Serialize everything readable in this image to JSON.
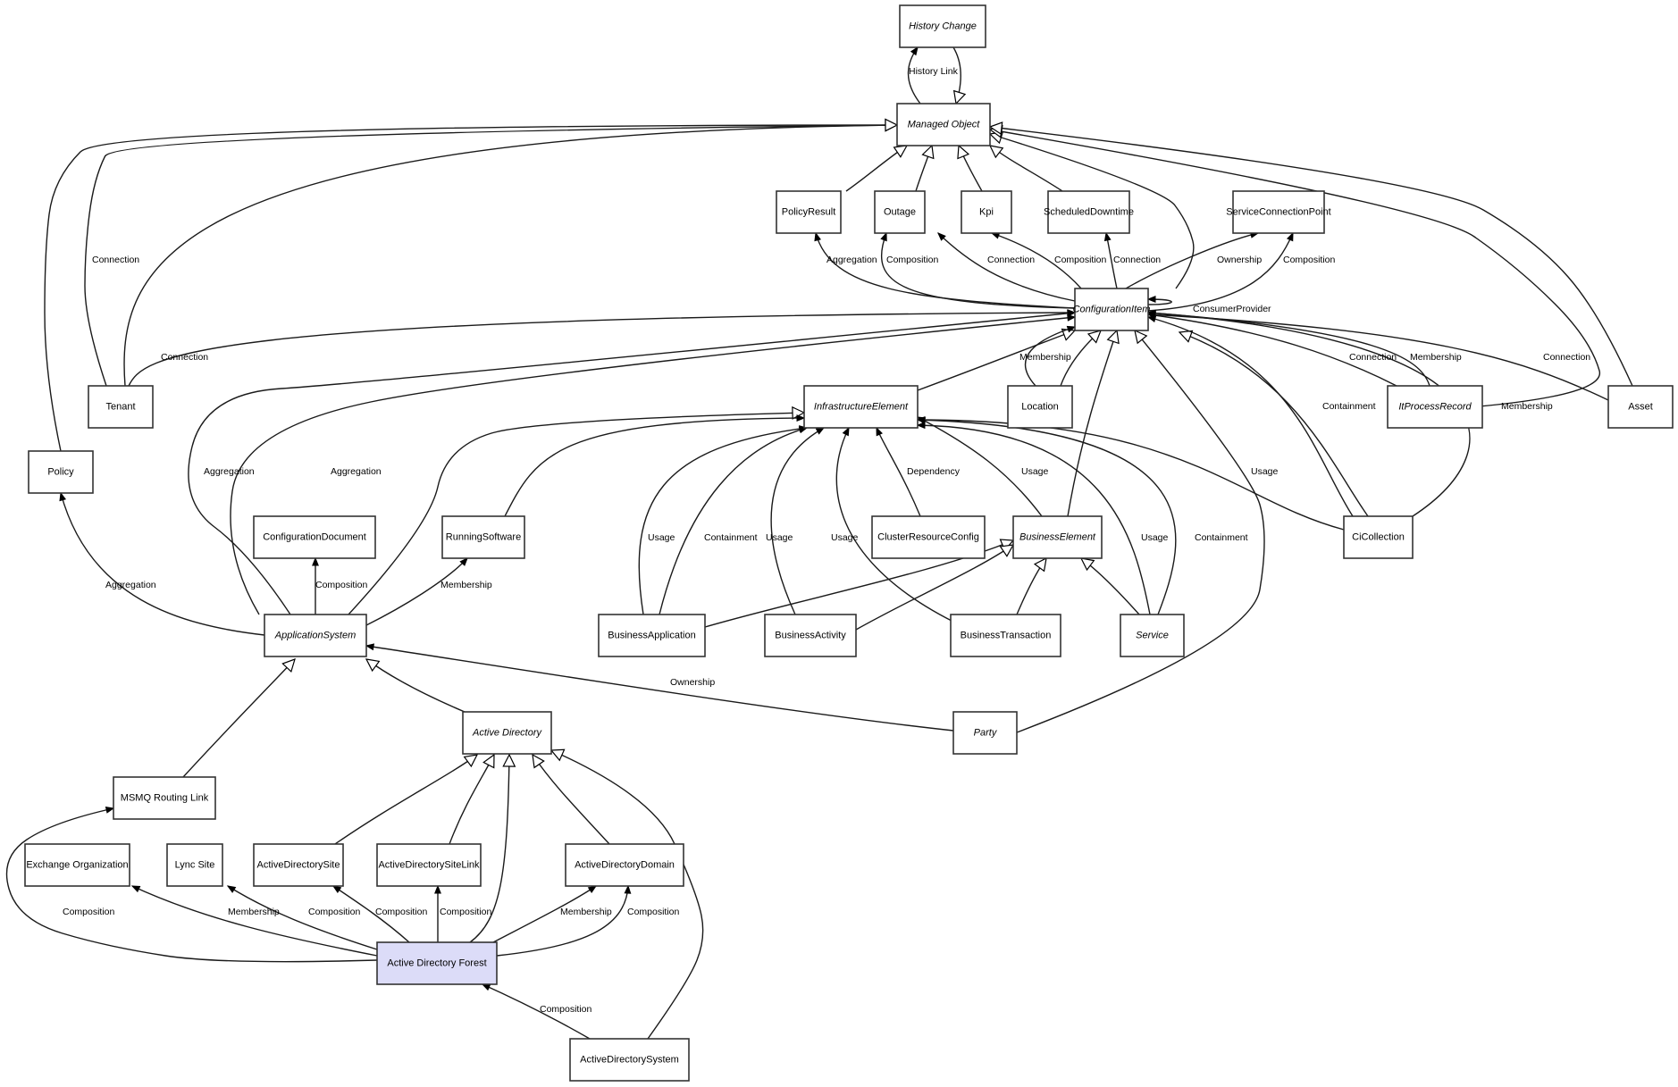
{
  "diagram": {
    "title": "Active Directory Forest class relationships",
    "highlight_color": "#dcdcf8",
    "nodes": [
      {
        "id": "history_change",
        "label": "History Change",
        "abstract": true
      },
      {
        "id": "managed_object",
        "label": "Managed Object",
        "abstract": true
      },
      {
        "id": "policy_result",
        "label": "PolicyResult",
        "abstract": false
      },
      {
        "id": "outage",
        "label": "Outage",
        "abstract": false
      },
      {
        "id": "kpi",
        "label": "Kpi",
        "abstract": false
      },
      {
        "id": "scheduled_downtime",
        "label": "ScheduledDowntime",
        "abstract": false
      },
      {
        "id": "service_connection_point",
        "label": "ServiceConnectionPoint",
        "abstract": false
      },
      {
        "id": "configuration_item",
        "label": "ConfigurationItem",
        "abstract": true
      },
      {
        "id": "tenant",
        "label": "Tenant",
        "abstract": false
      },
      {
        "id": "infrastructure_element",
        "label": "InfrastructureElement",
        "abstract": true
      },
      {
        "id": "location",
        "label": "Location",
        "abstract": false
      },
      {
        "id": "it_process_record",
        "label": "ItProcessRecord",
        "abstract": true
      },
      {
        "id": "asset",
        "label": "Asset",
        "abstract": false
      },
      {
        "id": "policy",
        "label": "Policy",
        "abstract": false
      },
      {
        "id": "configuration_document",
        "label": "ConfigurationDocument",
        "abstract": false
      },
      {
        "id": "running_software",
        "label": "RunningSoftware",
        "abstract": false
      },
      {
        "id": "cluster_resource_config",
        "label": "ClusterResourceConfig",
        "abstract": false
      },
      {
        "id": "business_element",
        "label": "BusinessElement",
        "abstract": true
      },
      {
        "id": "ci_collection",
        "label": "CiCollection",
        "abstract": false
      },
      {
        "id": "application_system",
        "label": "ApplicationSystem",
        "abstract": true
      },
      {
        "id": "business_application",
        "label": "BusinessApplication",
        "abstract": false
      },
      {
        "id": "business_activity",
        "label": "BusinessActivity",
        "abstract": false
      },
      {
        "id": "business_transaction",
        "label": "BusinessTransaction",
        "abstract": false
      },
      {
        "id": "service",
        "label": "Service",
        "abstract": true
      },
      {
        "id": "active_directory",
        "label": "Active Directory",
        "abstract": true
      },
      {
        "id": "party",
        "label": "Party",
        "abstract": true
      },
      {
        "id": "msmq_routing_link",
        "label": "MSMQ Routing Link",
        "abstract": false
      },
      {
        "id": "exchange_organization",
        "label": "Exchange Organization",
        "abstract": false
      },
      {
        "id": "lync_site",
        "label": "Lync Site",
        "abstract": false
      },
      {
        "id": "active_directory_site",
        "label": "ActiveDirectorySite",
        "abstract": false
      },
      {
        "id": "active_directory_site_link",
        "label": "ActiveDirectorySiteLink",
        "abstract": false
      },
      {
        "id": "active_directory_domain",
        "label": "ActiveDirectoryDomain",
        "abstract": false
      },
      {
        "id": "active_directory_forest",
        "label": "Active Directory Forest",
        "abstract": false,
        "highlighted": true
      },
      {
        "id": "active_directory_system",
        "label": "ActiveDirectorySystem",
        "abstract": false
      }
    ],
    "edges": [
      {
        "from": "managed_object",
        "to": "history_change",
        "type": "association",
        "label": "History Link"
      },
      {
        "from": "history_change",
        "to": "managed_object",
        "type": "inheritance",
        "label": ""
      },
      {
        "from": "policy_result",
        "to": "managed_object",
        "type": "inheritance",
        "label": ""
      },
      {
        "from": "outage",
        "to": "managed_object",
        "type": "inheritance",
        "label": ""
      },
      {
        "from": "kpi",
        "to": "managed_object",
        "type": "inheritance",
        "label": ""
      },
      {
        "from": "scheduled_downtime",
        "to": "managed_object",
        "type": "inheritance",
        "label": ""
      },
      {
        "from": "configuration_item",
        "to": "managed_object",
        "type": "inheritance",
        "label": ""
      },
      {
        "from": "tenant",
        "to": "managed_object",
        "type": "inheritance",
        "label": ""
      },
      {
        "from": "tenant",
        "to": "managed_object",
        "type": "association",
        "label": "Connection"
      },
      {
        "from": "policy",
        "to": "managed_object",
        "type": "inheritance",
        "label": ""
      },
      {
        "from": "it_process_record",
        "to": "managed_object",
        "type": "inheritance",
        "label": ""
      },
      {
        "from": "asset",
        "to": "managed_object",
        "type": "inheritance",
        "label": ""
      },
      {
        "from": "configuration_item",
        "to": "policy_result",
        "type": "association",
        "label": "Aggregation"
      },
      {
        "from": "configuration_item",
        "to": "outage",
        "type": "association",
        "label": "Composition"
      },
      {
        "from": "configuration_item",
        "to": "outage",
        "type": "association",
        "label": "Connection"
      },
      {
        "from": "configuration_item",
        "to": "kpi",
        "type": "association",
        "label": "Composition"
      },
      {
        "from": "configuration_item",
        "to": "scheduled_downtime",
        "type": "association",
        "label": "Connection"
      },
      {
        "from": "configuration_item",
        "to": "service_connection_point",
        "type": "association",
        "label": "Ownership"
      },
      {
        "from": "configuration_item",
        "to": "service_connection_point",
        "type": "association",
        "label": "Composition"
      },
      {
        "from": "configuration_item",
        "to": "configuration_item",
        "type": "association",
        "label": "ConsumerProvider"
      },
      {
        "from": "tenant",
        "to": "configuration_item",
        "type": "association",
        "label": "Connection"
      },
      {
        "from": "infrastructure_element",
        "to": "configuration_item",
        "type": "inheritance",
        "label": ""
      },
      {
        "from": "location",
        "to": "configuration_item",
        "type": "inheritance",
        "label": ""
      },
      {
        "from": "location",
        "to": "configuration_item",
        "type": "association",
        "label": "Membership"
      },
      {
        "from": "business_element",
        "to": "configuration_item",
        "type": "inheritance",
        "label": ""
      },
      {
        "from": "party",
        "to": "configuration_item",
        "type": "inheritance",
        "label": ""
      },
      {
        "from": "ci_collection",
        "to": "configuration_item",
        "type": "inheritance",
        "label": ""
      },
      {
        "from": "ci_collection",
        "to": "configuration_item",
        "type": "association",
        "label": "Containment"
      },
      {
        "from": "ci_collection",
        "to": "configuration_item",
        "type": "association",
        "label": "Membership"
      },
      {
        "from": "it_process_record",
        "to": "configuration_item",
        "type": "association",
        "label": "Connection"
      },
      {
        "from": "it_process_record",
        "to": "configuration_item",
        "type": "association",
        "label": "Membership"
      },
      {
        "from": "asset",
        "to": "configuration_item",
        "type": "association",
        "label": "Connection"
      },
      {
        "from": "application_system",
        "to": "configuration_item",
        "type": "association",
        "label": "Aggregation"
      },
      {
        "from": "application_system",
        "to": "configuration_item",
        "type": "association",
        "label": "Aggregation"
      },
      {
        "from": "application_system",
        "to": "infrastructure_element",
        "type": "inheritance",
        "label": ""
      },
      {
        "from": "running_software",
        "to": "infrastructure_element",
        "type": "association",
        "label": ""
      },
      {
        "from": "business_application",
        "to": "infrastructure_element",
        "type": "association",
        "label": "Usage"
      },
      {
        "from": "business_application",
        "to": "infrastructure_element",
        "type": "association",
        "label": "Containment"
      },
      {
        "from": "business_activity",
        "to": "infrastructure_element",
        "type": "association",
        "label": "Usage"
      },
      {
        "from": "business_transaction",
        "to": "infrastructure_element",
        "type": "association",
        "label": "Usage"
      },
      {
        "from": "cluster_resource_config",
        "to": "infrastructure_element",
        "type": "association",
        "label": "Dependency"
      },
      {
        "from": "business_element",
        "to": "infrastructure_element",
        "type": "association",
        "label": "Usage"
      },
      {
        "from": "service",
        "to": "infrastructure_element",
        "type": "association",
        "label": "Usage"
      },
      {
        "from": "service",
        "to": "infrastructure_element",
        "type": "association",
        "label": "Containment"
      },
      {
        "from": "ci_collection",
        "to": "infrastructure_element",
        "type": "association",
        "label": "Usage"
      },
      {
        "from": "business_application",
        "to": "business_element",
        "type": "inheritance",
        "label": ""
      },
      {
        "from": "business_activity",
        "to": "business_element",
        "type": "inheritance",
        "label": ""
      },
      {
        "from": "business_transaction",
        "to": "business_element",
        "type": "inheritance",
        "label": ""
      },
      {
        "from": "service",
        "to": "business_element",
        "type": "inheritance",
        "label": ""
      },
      {
        "from": "application_system",
        "to": "policy",
        "type": "association",
        "label": "Aggregation"
      },
      {
        "from": "application_system",
        "to": "configuration_document",
        "type": "association",
        "label": "Composition"
      },
      {
        "from": "application_system",
        "to": "running_software",
        "type": "association",
        "label": "Membership"
      },
      {
        "from": "party",
        "to": "application_system",
        "type": "association",
        "label": "Ownership"
      },
      {
        "from": "active_directory",
        "to": "application_system",
        "type": "inheritance",
        "label": ""
      },
      {
        "from": "msmq_routing_link",
        "to": "application_system",
        "type": "inheritance",
        "label": ""
      },
      {
        "from": "active_directory_site",
        "to": "active_directory",
        "type": "inheritance",
        "label": ""
      },
      {
        "from": "active_directory_site_link",
        "to": "active_directory",
        "type": "inheritance",
        "label": ""
      },
      {
        "from": "active_directory_forest",
        "to": "active_directory",
        "type": "inheritance",
        "label": ""
      },
      {
        "from": "active_directory_domain",
        "to": "active_directory",
        "type": "inheritance",
        "label": ""
      },
      {
        "from": "active_directory_system",
        "to": "active_directory",
        "type": "inheritance",
        "label": ""
      },
      {
        "from": "active_directory_forest",
        "to": "msmq_routing_link",
        "type": "association",
        "label": "Composition"
      },
      {
        "from": "active_directory_forest",
        "to": "exchange_organization",
        "type": "association",
        "label": "Membership"
      },
      {
        "from": "active_directory_forest",
        "to": "lync_site",
        "type": "association",
        "label": "Composition"
      },
      {
        "from": "active_directory_forest",
        "to": "active_directory_site",
        "type": "association",
        "label": "Composition"
      },
      {
        "from": "active_directory_forest",
        "to": "active_directory_site_link",
        "type": "association",
        "label": "Composition"
      },
      {
        "from": "active_directory_forest",
        "to": "active_directory_domain",
        "type": "association",
        "label": "Membership"
      },
      {
        "from": "active_directory_forest",
        "to": "active_directory_domain",
        "type": "association",
        "label": "Composition"
      },
      {
        "from": "active_directory_system",
        "to": "active_directory_forest",
        "type": "association",
        "label": "Composition"
      }
    ]
  }
}
